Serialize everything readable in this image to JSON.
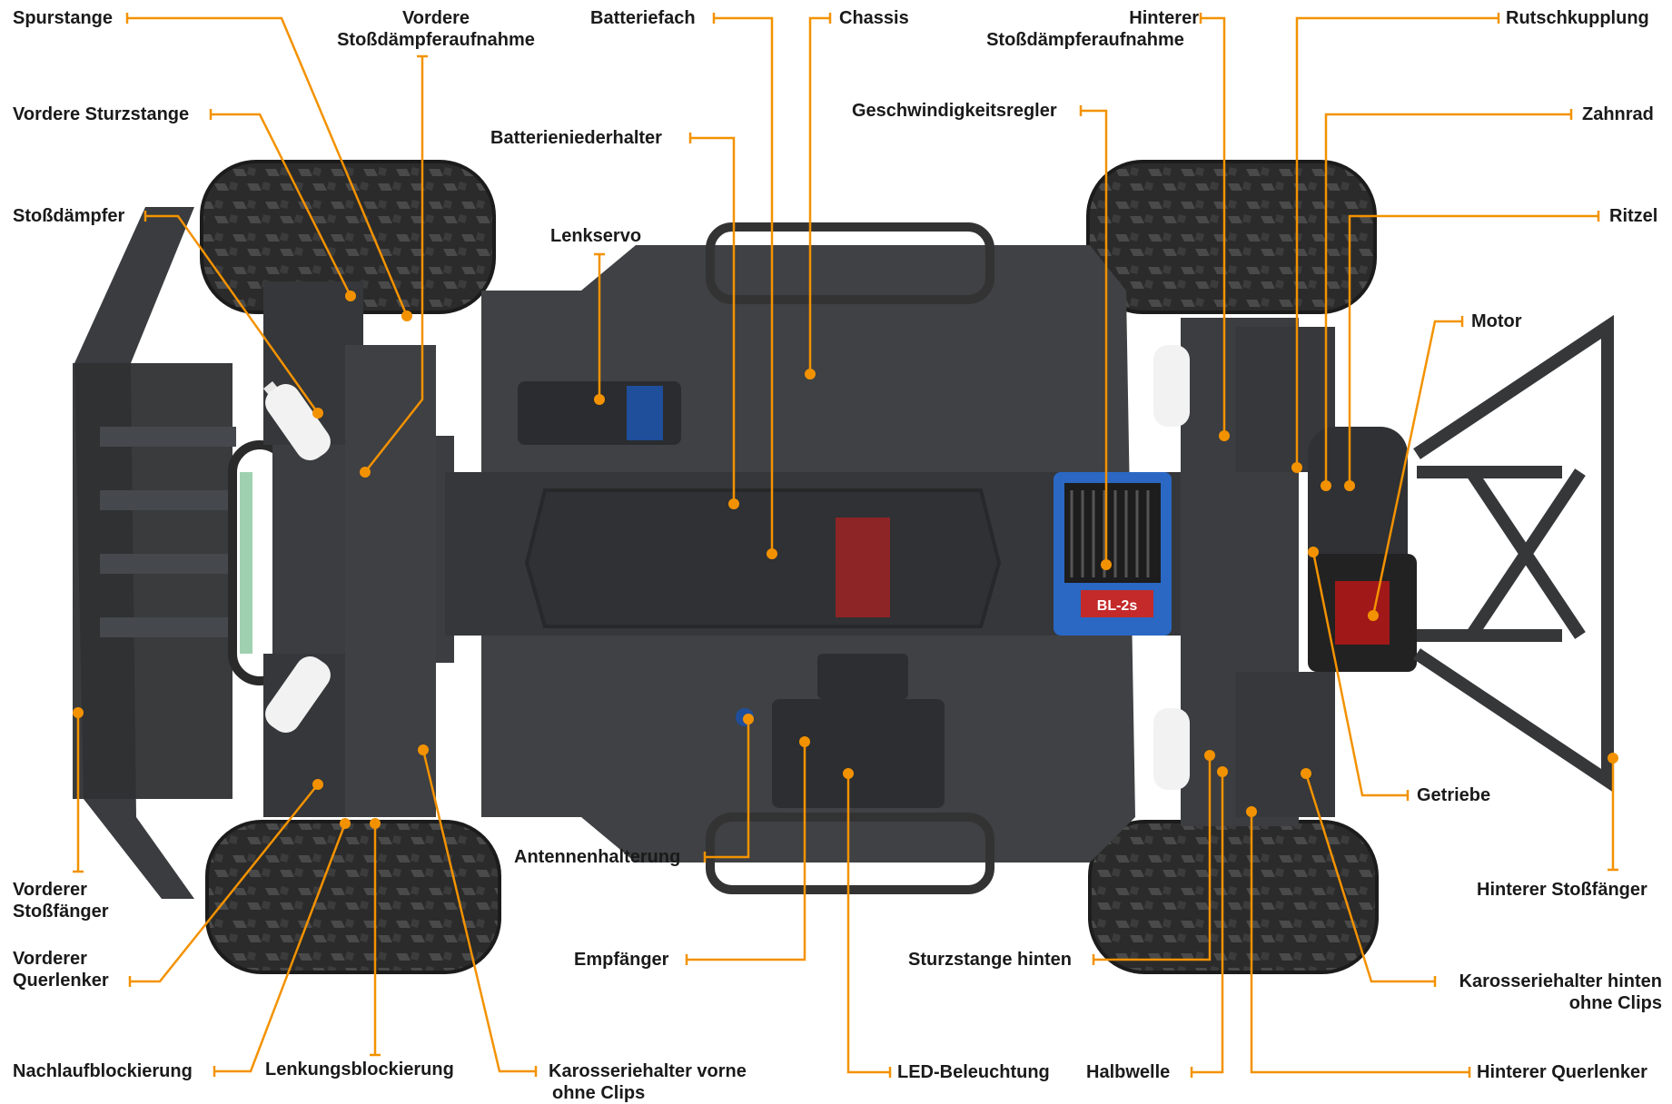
{
  "colors": {
    "leader": "#f39200",
    "chassis": "#3d3f42",
    "tire": "#2b2b2b",
    "text": "#1a1a1a"
  },
  "labels": {
    "spurstange": "Spurstange",
    "vordere_stossdaempferaufnahme_1": "Vordere",
    "vordere_stossdaempferaufnahme_2": "Stoßdämpferaufnahme",
    "batteriefach": "Batteriefach",
    "chassis": "Chassis",
    "hinterer_stossdaempferaufnahme_1": "Hinterer",
    "hinterer_stossdaempferaufnahme_2": "Stoßdämpferaufnahme",
    "rutschkupplung": "Rutschkupplung",
    "vordere_sturzstange": "Vordere Sturzstange",
    "batterieniederhalter": "Batterieniederhalter",
    "geschwindigkeitsregler": "Geschwindigkeitsregler",
    "zahnrad": "Zahnrad",
    "stossdaempfer": "Stoßdämpfer",
    "lenkservo": "Lenkservo",
    "ritzel": "Ritzel",
    "motor": "Motor",
    "vorderer_stossfaenger_1": "Vorderer",
    "vorderer_stossfaenger_2": "Stoßfänger",
    "vorderer_querlenker_1": "Vorderer",
    "vorderer_querlenker_2": "Querlenker",
    "nachlaufblockierung": "Nachlaufblockierung",
    "lenkungsblockierung": "Lenkungsblockierung",
    "karosseriehalter_vorne_1": "Karosseriehalter vorne",
    "karosseriehalter_vorne_2": "ohne Clips",
    "antennenhalterung": "Antennenhalterung",
    "empfaenger": "Empfänger",
    "led_beleuchtung": "LED-Beleuchtung",
    "sturzstange_hinten": "Sturzstange hinten",
    "halbwelle": "Halbwelle",
    "getriebe": "Getriebe",
    "hinterer_stossfaenger": "Hinterer Stoßfänger",
    "karosseriehalter_hinten_1": "Karosseriehalter hinten",
    "karosseriehalter_hinten_2": "ohne Clips",
    "hinterer_querlenker": "Hinterer Querlenker"
  },
  "esc_badge": "BL-2s"
}
